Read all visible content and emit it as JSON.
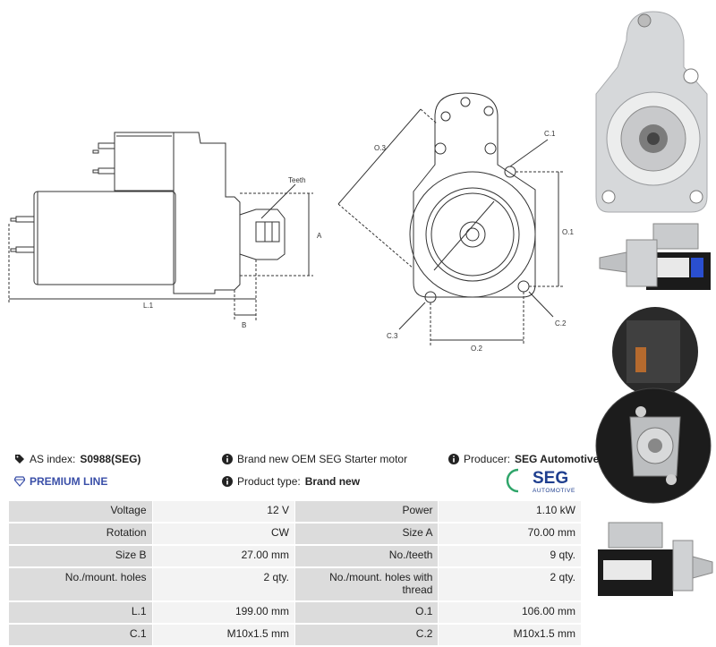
{
  "drawing": {
    "labels": {
      "teeth": "Teeth",
      "a": "A",
      "b": "B",
      "l1": "L.1",
      "o1": "O.1",
      "o2": "O.2",
      "o3": "O.3",
      "c1": "C.1",
      "c2": "C.2",
      "c3": "C.3"
    }
  },
  "info": {
    "as_index_label": "AS index:",
    "as_index_value": "S0988(SEG)",
    "description": "Brand new OEM SEG Starter motor",
    "producer_label": "Producer:",
    "producer_value": "SEG Automotive",
    "premium_line": "PREMIUM LINE",
    "product_type_label": "Product type:",
    "product_type_value": "Brand new",
    "logo_main": "SEG",
    "logo_sub": "AUTOMOTIVE"
  },
  "icons": {
    "tag": "tag-icon",
    "info": "info-icon",
    "diamond": "diamond-icon"
  },
  "colors": {
    "premium": "#3a4fa8",
    "seg_green": "#2fa56a",
    "seg_blue": "#1f3f8f",
    "label_bg": "#dcdcdc",
    "value_bg": "#f3f3f3"
  },
  "specs": {
    "rows": [
      [
        {
          "label": "Voltage",
          "value": "12 V"
        },
        {
          "label": "Power",
          "value": "1.10 kW"
        }
      ],
      [
        {
          "label": "Rotation",
          "value": "CW"
        },
        {
          "label": "Size A",
          "value": "70.00 mm"
        }
      ],
      [
        {
          "label": "Size B",
          "value": "27.00 mm"
        },
        {
          "label": "No./teeth",
          "value": "9 qty."
        }
      ],
      [
        {
          "label": "No./mount. holes",
          "value": "2 qty."
        },
        {
          "label": "No./mount. holes with thread",
          "value": "2 qty."
        }
      ],
      [
        {
          "label": "L.1",
          "value": "199.00 mm"
        },
        {
          "label": "O.1",
          "value": "106.00 mm"
        }
      ],
      [
        {
          "label": "C.1",
          "value": "M10x1.5 mm"
        },
        {
          "label": "C.2",
          "value": "M10x1.5 mm"
        }
      ]
    ]
  }
}
